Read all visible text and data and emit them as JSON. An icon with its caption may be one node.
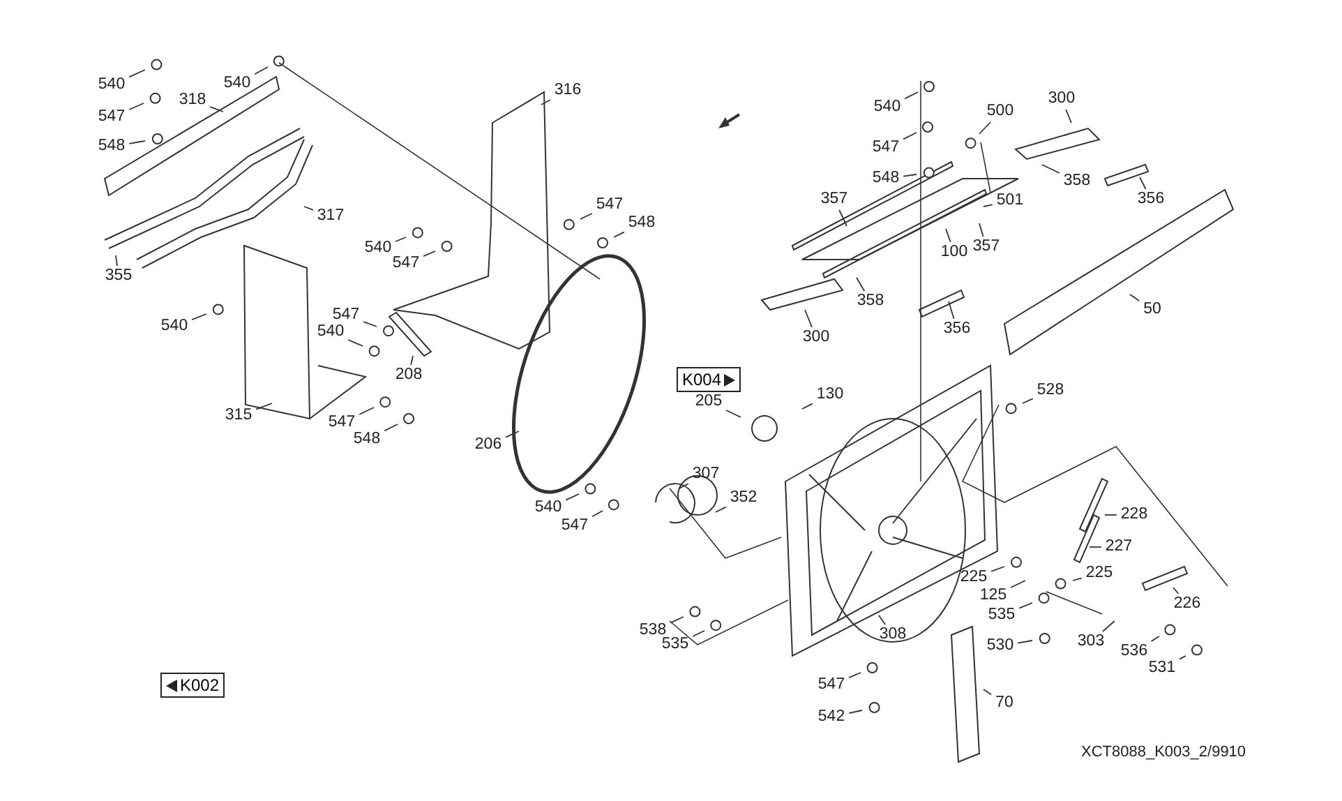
{
  "diagram": {
    "nodes": [
      {
        "text": [
          "540"
        ]
      },
      {
        "text": [
          "547"
        ]
      },
      {
        "text": [
          "318"
        ]
      },
      {
        "text": [
          "548"
        ]
      },
      {
        "text": [
          "540"
        ]
      },
      {
        "text": [
          "316"
        ]
      },
      {
        "text": [
          "317"
        ]
      },
      {
        "text": [
          "355"
        ]
      },
      {
        "text": [
          "547"
        ]
      },
      {
        "text": [
          "548"
        ]
      },
      {
        "text": [
          "540"
        ]
      },
      {
        "text": [
          "547"
        ]
      },
      {
        "text": [
          "540"
        ]
      },
      {
        "text": [
          "547"
        ]
      },
      {
        "text": [
          "540"
        ]
      },
      {
        "text": [
          "208"
        ]
      },
      {
        "text": [
          "315"
        ]
      },
      {
        "text": [
          "547"
        ]
      },
      {
        "text": [
          "548"
        ]
      },
      {
        "text": [
          "206"
        ]
      },
      {
        "text": [
          "540"
        ]
      },
      {
        "text": [
          "500"
        ]
      },
      {
        "text": [
          "300"
        ]
      },
      {
        "text": [
          "547"
        ]
      },
      {
        "text": [
          "548"
        ]
      },
      {
        "text": [
          "358"
        ]
      },
      {
        "text": [
          "357"
        ]
      },
      {
        "text": [
          "501"
        ]
      },
      {
        "text": [
          "356"
        ]
      },
      {
        "text": [
          "100"
        ]
      },
      {
        "text": [
          "357"
        ]
      },
      {
        "text": [
          "358"
        ]
      },
      {
        "text": [
          "50"
        ]
      },
      {
        "text": [
          "300"
        ]
      },
      {
        "text": [
          "356"
        ]
      },
      {
        "text": [
          "130"
        ]
      },
      {
        "text": [
          "205"
        ]
      },
      {
        "text": [
          "528"
        ]
      },
      {
        "text": [
          "307"
        ]
      },
      {
        "text": [
          "540"
        ]
      },
      {
        "text": [
          "352"
        ]
      },
      {
        "text": [
          "547"
        ]
      },
      {
        "text": [
          "228"
        ]
      },
      {
        "text": [
          "227"
        ]
      },
      {
        "text": [
          "225"
        ]
      },
      {
        "text": [
          "225"
        ]
      },
      {
        "text": [
          "125"
        ]
      },
      {
        "text": [
          "226"
        ]
      },
      {
        "text": [
          "535"
        ]
      },
      {
        "text": [
          "538"
        ]
      },
      {
        "text": [
          "535"
        ]
      },
      {
        "text": [
          "308"
        ]
      },
      {
        "text": [
          "530"
        ]
      },
      {
        "text": [
          "303"
        ]
      },
      {
        "text": [
          "536"
        ]
      },
      {
        "text": [
          "531"
        ]
      },
      {
        "text": [
          "547"
        ]
      },
      {
        "text": [
          "70"
        ]
      },
      {
        "text": [
          "542"
        ]
      },
      {
        "text": [
          "K004"
        ]
      },
      {
        "text": [
          "K002"
        ]
      }
    ],
    "edges": [
      {
        "from": 0,
        "to": null,
        "arrow": "none"
      },
      {
        "from": 1,
        "to": null,
        "arrow": "none"
      },
      {
        "from": 2,
        "to": null,
        "arrow": "none"
      },
      {
        "from": 3,
        "to": null,
        "arrow": "none"
      },
      {
        "from": 4,
        "to": null,
        "arrow": "none"
      },
      {
        "from": 5,
        "to": null,
        "arrow": "none"
      },
      {
        "from": 6,
        "to": null,
        "arrow": "none"
      },
      {
        "from": 7,
        "to": null,
        "arrow": "none"
      },
      {
        "from": 8,
        "to": null,
        "arrow": "none"
      },
      {
        "from": 9,
        "to": null,
        "arrow": "none"
      },
      {
        "from": 10,
        "to": null,
        "arrow": "none"
      },
      {
        "from": 11,
        "to": null,
        "arrow": "none"
      },
      {
        "from": 12,
        "to": null,
        "arrow": "none"
      },
      {
        "from": 13,
        "to": null,
        "arrow": "none"
      },
      {
        "from": 14,
        "to": null,
        "arrow": "none"
      },
      {
        "from": 15,
        "to": null,
        "arrow": "none"
      },
      {
        "from": 16,
        "to": null,
        "arrow": "none"
      },
      {
        "from": 17,
        "to": null,
        "arrow": "none"
      },
      {
        "from": 18,
        "to": null,
        "arrow": "none"
      },
      {
        "from": 19,
        "to": null,
        "arrow": "none"
      },
      {
        "from": 20,
        "to": null,
        "arrow": "none"
      },
      {
        "from": 21,
        "to": null,
        "arrow": "none"
      },
      {
        "from": 22,
        "to": null,
        "arrow": "none"
      },
      {
        "from": 23,
        "to": null,
        "arrow": "none"
      },
      {
        "from": 24,
        "to": null,
        "arrow": "none"
      },
      {
        "from": 25,
        "to": null,
        "arrow": "none"
      },
      {
        "from": 26,
        "to": null,
        "arrow": "none"
      },
      {
        "from": 27,
        "to": null,
        "arrow": "none"
      },
      {
        "from": 28,
        "to": null,
        "arrow": "none"
      },
      {
        "from": 29,
        "to": null,
        "arrow": "none"
      },
      {
        "from": 30,
        "to": null,
        "arrow": "none"
      },
      {
        "from": 31,
        "to": null,
        "arrow": "none"
      },
      {
        "from": 32,
        "to": null,
        "arrow": "none"
      },
      {
        "from": 33,
        "to": null,
        "arrow": "none"
      },
      {
        "from": 34,
        "to": null,
        "arrow": "none"
      },
      {
        "from": 35,
        "to": null,
        "arrow": "none"
      },
      {
        "from": 36,
        "to": null,
        "arrow": "none"
      },
      {
        "from": 37,
        "to": null,
        "arrow": "none"
      },
      {
        "from": 38,
        "to": null,
        "arrow": "none"
      },
      {
        "from": 39,
        "to": null,
        "arrow": "none"
      },
      {
        "from": 40,
        "to": null,
        "arrow": "none"
      },
      {
        "from": 41,
        "to": null,
        "arrow": "none"
      },
      {
        "from": 42,
        "to": null,
        "arrow": "none"
      },
      {
        "from": 43,
        "to": null,
        "arrow": "none"
      },
      {
        "from": 44,
        "to": null,
        "arrow": "none"
      },
      {
        "from": 45,
        "to": null,
        "arrow": "none"
      },
      {
        "from": 46,
        "to": null,
        "arrow": "none"
      },
      {
        "from": 47,
        "to": null,
        "arrow": "none"
      },
      {
        "from": 48,
        "to": null,
        "arrow": "none"
      },
      {
        "from": 49,
        "to": null,
        "arrow": "none"
      },
      {
        "from": 50,
        "to": null,
        "arrow": "none"
      },
      {
        "from": 51,
        "to": null,
        "arrow": "none"
      },
      {
        "from": 52,
        "to": null,
        "arrow": "none"
      },
      {
        "from": 53,
        "to": null,
        "arrow": "none"
      },
      {
        "from": 54,
        "to": null,
        "arrow": "none"
      },
      {
        "from": 55,
        "to": null,
        "arrow": "none"
      },
      {
        "from": 56,
        "to": null,
        "arrow": "none"
      },
      {
        "from": 57,
        "to": null,
        "arrow": "none"
      },
      {
        "from": 58,
        "to": null,
        "arrow": "none"
      }
    ],
    "labels": [
      "XCT8088_K003_2/9910"
    ]
  }
}
